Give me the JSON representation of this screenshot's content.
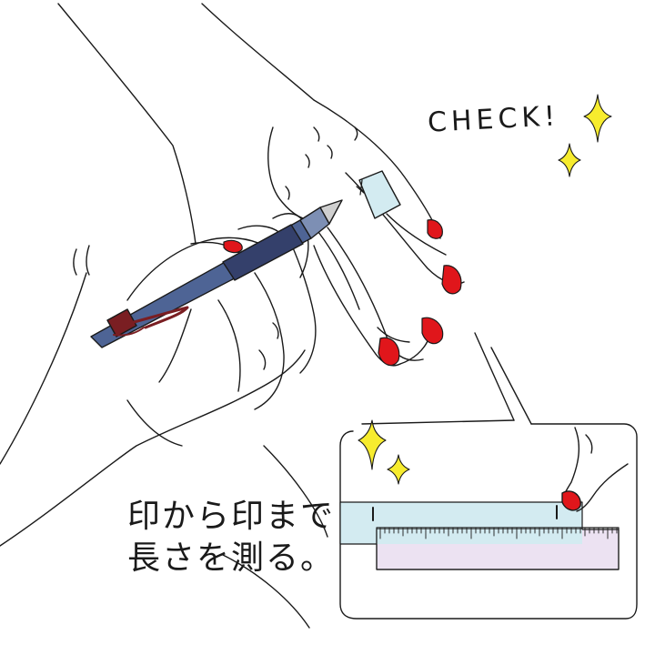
{
  "check_label": "CHECK!",
  "caption": {
    "line1": "印から印まで",
    "line2": "長さを測る。"
  },
  "colors": {
    "nail_polish": "#e0161b",
    "pen_body": "#4e6495",
    "pen_grip": "#34406b",
    "pen_clip": "#7a1e22",
    "tape": "#d3ebf1",
    "ruler": "#ece2f2",
    "sparkle": "#f7ec2e",
    "outline": "#1a1a1a"
  },
  "icons": [
    "sparkle-icon"
  ]
}
